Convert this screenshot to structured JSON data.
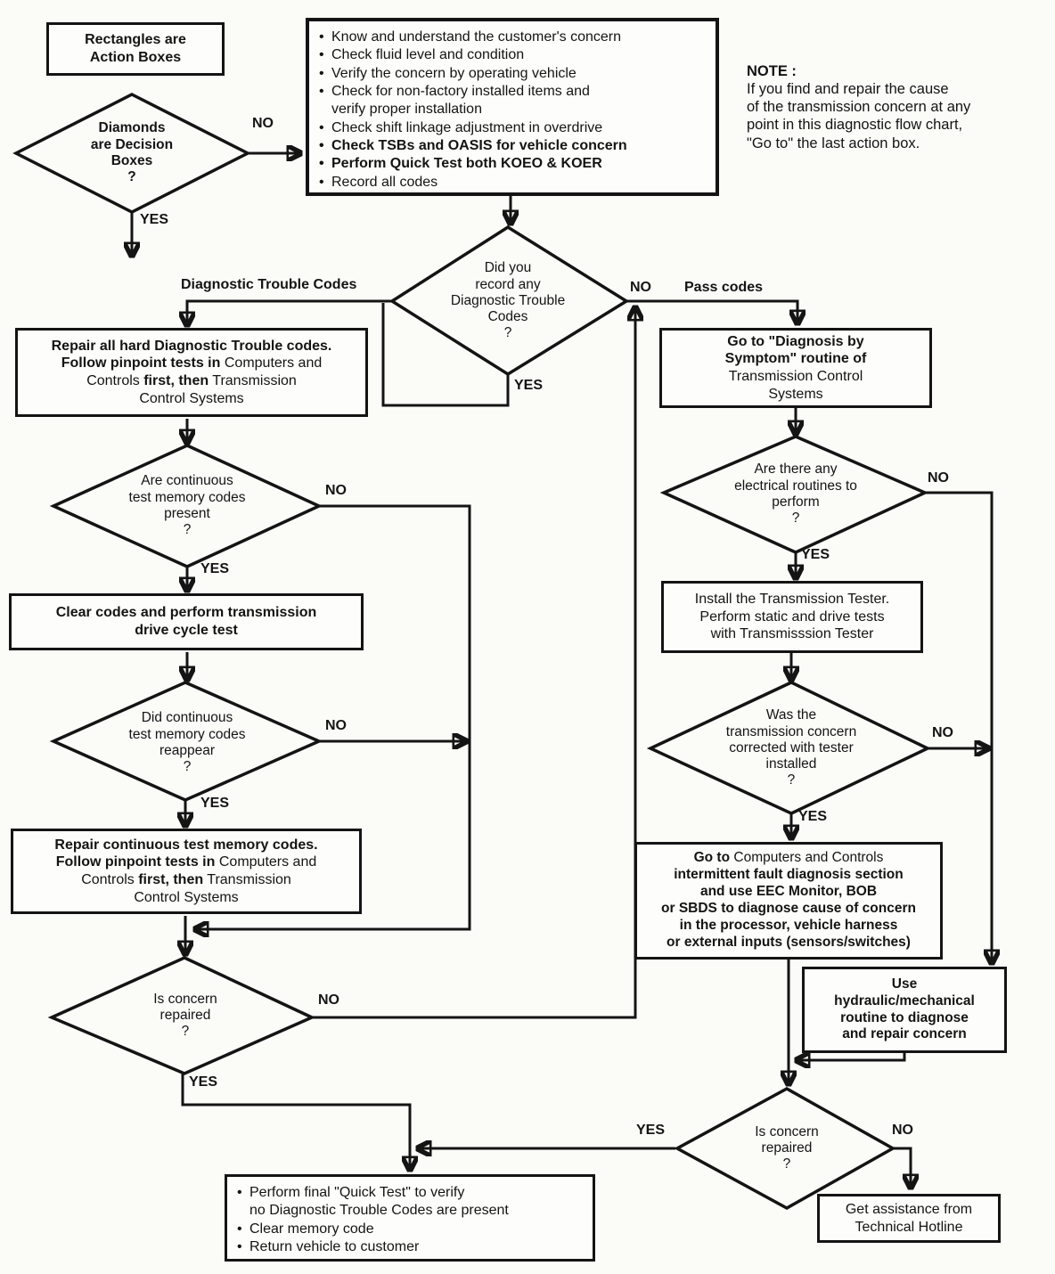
{
  "legend": {
    "rect": "Rectangles are\nAction Boxes",
    "diamond": "Diamonds\nare Decision\nBoxes\n?"
  },
  "note": {
    "title": "NOTE :",
    "body": "If you find and repair the cause\nof the transmission concern at any\npoint in this diagnostic flow chart,\n\"Go to\" the last action box."
  },
  "edge_labels": {
    "no": "NO",
    "yes": "YES",
    "pass_codes": "Pass codes",
    "dtc": "Diagnostic Trouble Codes"
  },
  "checklist": {
    "items": [
      "Know and understand the customer's concern",
      "Check fluid level and condition",
      "Verify the concern by operating vehicle",
      "Check for non-factory installed items and\nverify proper installation",
      "Check shift linkage adjustment in overdrive",
      "Check TSBs and OASIS for vehicle concern",
      "Perform Quick Test both KOEO & KOER",
      "Record all codes"
    ]
  },
  "dtc_diamond": {
    "text": "Did you\nrecord any\nDiagnostic Trouble\nCodes\n?"
  },
  "repair_hard": {
    "l1": "Repair all hard Diagnostic Trouble codes.",
    "l2b": "Follow pinpoint tests in",
    "l2r": "Computers and",
    "l3r1": "Controls",
    "l3b": "first, then",
    "l3r2": "Transmission",
    "l4": "Control Systems"
  },
  "cont_diamond": {
    "text": "Are continuous\ntest memory codes\npresent\n?"
  },
  "clear_codes": {
    "text": "Clear codes and perform transmission\ndrive cycle test"
  },
  "reappear_diamond": {
    "text": "Did continuous\ntest memory codes\nreappear\n?"
  },
  "repair_cont": {
    "l1": "Repair continuous test memory codes.",
    "l2b": "Follow pinpoint tests in",
    "l2r": "Computers and",
    "l3r1": "Controls",
    "l3b": "first, then",
    "l3r2": "Transmission",
    "l4": "Control Systems"
  },
  "concern_left_diamond": {
    "text": "Is concern\nrepaired\n?"
  },
  "final_box": {
    "items": [
      "Perform final \"Quick Test\" to verify\nno Diagnostic Trouble Codes are present",
      "Clear memory code",
      "Return vehicle to customer"
    ]
  },
  "symptom_box": {
    "b": "Go to \"Diagnosis by\nSymptom\" routine of",
    "r": "Transmission Control\nSystems"
  },
  "electrical_diamond": {
    "text": "Are there any\nelectrical routines to\nperform\n?"
  },
  "tester_box": {
    "text": "Install the Transmission Tester.\nPerform static and drive tests\nwith Transmisssion Tester"
  },
  "tester_diamond": {
    "text": "Was the\ntransmission concern\ncorrected with tester\ninstalled\n?"
  },
  "intermittent_box": {
    "l1b": "Go to",
    "l1r": "Computers and Controls",
    "rest": "intermittent fault diagnosis section\nand use EEC Monitor, BOB\nor SBDS to diagnose cause of concern\nin the processor, vehicle harness\nor external inputs (sensors/switches)"
  },
  "hydraulic_box": {
    "text": "Use\nhydraulic/mechanical\nroutine to diagnose\nand repair concern"
  },
  "concern_right_diamond": {
    "text": "Is concern\nrepaired\n?"
  },
  "hotline_box": {
    "text": "Get assistance from\nTechnical Hotline"
  }
}
